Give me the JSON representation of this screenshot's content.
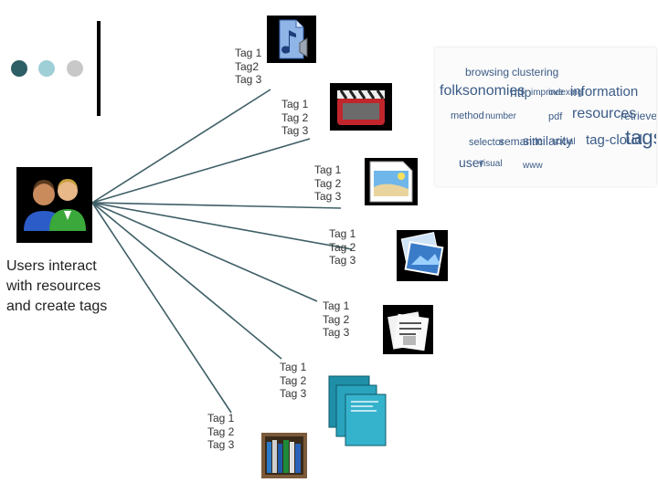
{
  "slide": {
    "bullet_colors": [
      "#2e5e66",
      "#9fcfd6",
      "#c8c8c8"
    ],
    "users_label": "Users interact with resources and create tags",
    "edge_color": "#3e5f66"
  },
  "tag_groups": [
    {
      "tags": [
        "Tag 1",
        "Tag2",
        "Tag 3"
      ]
    },
    {
      "tags": [
        "Tag 1",
        "Tag 2",
        "Tag 3"
      ]
    },
    {
      "tags": [
        "Tag 1",
        "Tag 2",
        "Tag 3"
      ]
    },
    {
      "tags": [
        "Tag 1",
        "Tag 2",
        "Tag 3"
      ]
    },
    {
      "tags": [
        "Tag 1",
        "Tag 2",
        "Tag 3"
      ]
    },
    {
      "tags": [
        "Tag 1",
        "Tag 2",
        "Tag 3"
      ]
    },
    {
      "tags": [
        "Tag 1",
        "Tag 2",
        "Tag 3"
      ]
    }
  ],
  "resources": [
    {
      "icon": "audio-file-icon"
    },
    {
      "icon": "video-clapper-icon"
    },
    {
      "icon": "image-file-icon"
    },
    {
      "icon": "image-collection-icon"
    },
    {
      "icon": "news-documents-icon"
    },
    {
      "icon": "books-stack-icon"
    },
    {
      "icon": "bookshelf-icon"
    }
  ],
  "tag_cloud": {
    "words": [
      "browsing",
      "clustering",
      "folksonomies",
      "http",
      "improve",
      "indexing",
      "information",
      "method",
      "number",
      "pdf",
      "resources",
      "retrieved",
      "selector",
      "semantic",
      "similarity",
      "social",
      "tag-cloud",
      "tags",
      "user",
      "visual",
      "www"
    ]
  }
}
